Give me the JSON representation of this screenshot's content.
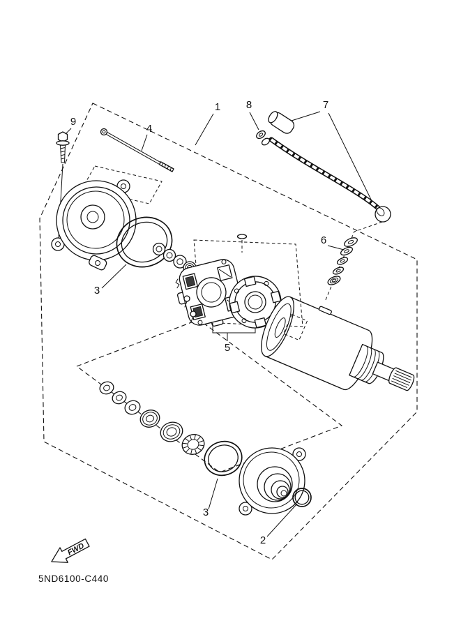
{
  "diagram": {
    "part_code": "5ND6100-C440",
    "fwd_label": "FWD",
    "background_color": "#ffffff",
    "line_color": "#111111",
    "callouts": [
      {
        "label": "1"
      },
      {
        "label": "2"
      },
      {
        "label": "3"
      },
      {
        "label": "3"
      },
      {
        "label": "4"
      },
      {
        "label": "5"
      },
      {
        "label": "6"
      },
      {
        "label": "7"
      },
      {
        "label": "8"
      },
      {
        "label": "9"
      }
    ]
  }
}
